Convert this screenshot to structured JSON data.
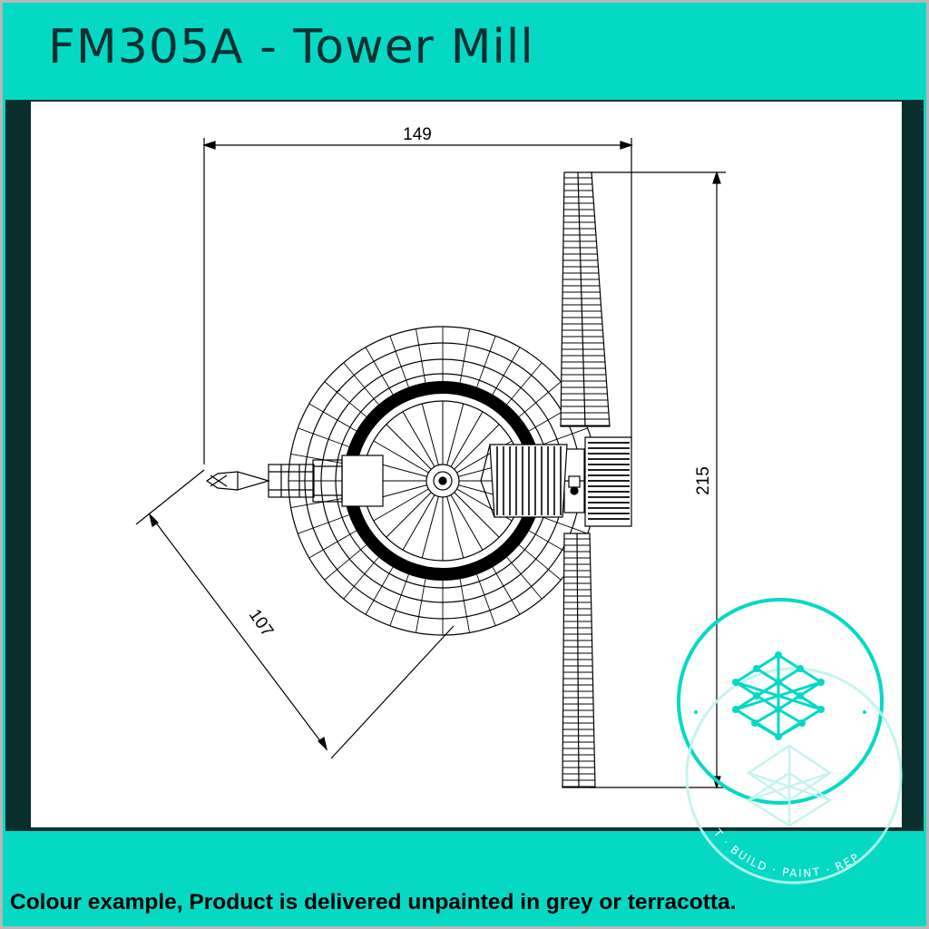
{
  "header": {
    "title": "FM305A - Tower Mill"
  },
  "drawing": {
    "dimensions": {
      "width": "149",
      "height": "215",
      "diagonal": "107"
    }
  },
  "watermark": {
    "ring_text": "T · BUILD · PAINT · REP"
  },
  "footer": {
    "note": "Colour example, Product is delivered unpainted in grey or terracotta."
  },
  "colors": {
    "accent": "#05d9c4",
    "dark_panel": "#0a2e2d",
    "title_text": "#0d2f30",
    "line": "#000000"
  },
  "icons": {
    "logo": "geometric-diamond-network-icon"
  }
}
